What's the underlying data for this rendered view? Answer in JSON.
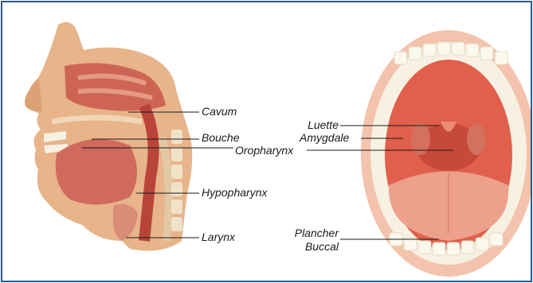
{
  "colors": {
    "border": "#2a5a8c",
    "skin": "#e8b48a",
    "tissue": "#c9574a",
    "mouth_red": "#e0604c",
    "teeth": "#f6f1e2",
    "line": "#1a1a1a"
  },
  "left_labels": {
    "cavum": "Cavum",
    "bouche": "Bouche",
    "oropharynx": "Oropharynx",
    "hypopharynx": "Hypopharynx",
    "larynx": "Larynx"
  },
  "right_labels": {
    "luette": "Luette",
    "amygdale": "Amygdale",
    "plancher_line1": "Plancher",
    "plancher_line2": "Buccal"
  },
  "illustrations": {
    "left": "head-sagittal-section-illustration",
    "right": "open-mouth-illustration"
  }
}
